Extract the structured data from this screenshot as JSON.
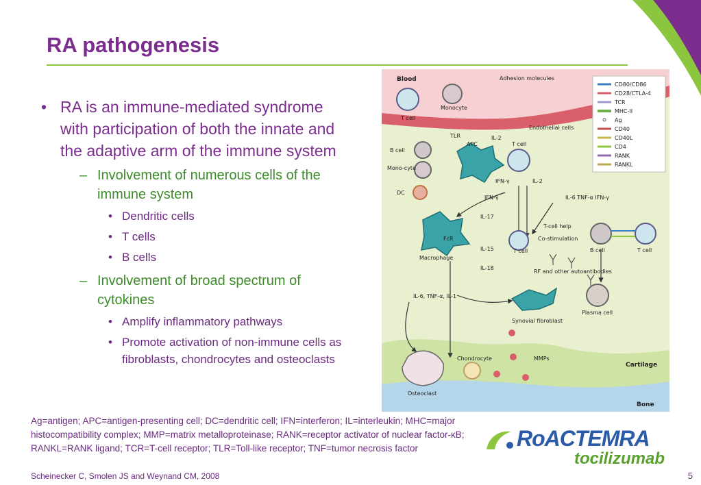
{
  "slide": {
    "title": "RA pathogenesis",
    "page_number": "5"
  },
  "content": {
    "bullet": "RA is an immune-mediated syndrome with participation of both the innate and the adaptive arm of the immune system",
    "sub1": {
      "text": "Involvement of numerous cells of the immune system",
      "items": [
        "Dendritic cells",
        "T cells",
        "B cells"
      ]
    },
    "sub2": {
      "text": "Involvement of broad spectrum of cytokines",
      "items": [
        "Amplify inflammatory pathways",
        "Promote activation of non-immune cells as fibroblasts, chondrocytes and osteoclasts"
      ]
    }
  },
  "footnote": {
    "abbreviations": "Ag=antigen; APC=antigen-presenting cell; DC=dendritic cell; IFN=interferon; IL=interleukin; MHC=major histocompatibility complex; MMP=matrix metalloproteinase; RANK=receptor activator of nuclear factor-κB; RANKL=RANK ligand; TCR=T-cell receptor; TLR=Toll-like receptor; TNF=tumor necrosis factor",
    "citation": "Scheinecker C, Smolen JS and Weynand CM,  2008"
  },
  "logo": {
    "brand": "RoACTEMRA",
    "generic": "tocilizumab"
  },
  "diagram": {
    "regions": {
      "blood": "Blood",
      "cartilage": "Cartilage",
      "bone": "Bone"
    },
    "labels": {
      "adhesion": "Adhesion molecules",
      "monocyte_blood": "Monocyte",
      "t_cell_blood": "T cell",
      "endothelial": "Endothelial cells",
      "tlr": "TLR",
      "apc": "APC",
      "il2_top": "IL-2",
      "t_cell_center": "T cell",
      "b_cell_left": "B cell",
      "monocyte_left": "Mono-cyte",
      "dc": "DC",
      "ifn_gamma_1": "IFN-γ",
      "il2_right": "IL-2",
      "ifn_gamma_2": "IFN-γ",
      "il17": "IL-17",
      "il6_group": "IL-6 TNF-α IFN-γ",
      "tcell_help": "T-cell help",
      "costim": "Co-stimulation",
      "fcr": "FcR",
      "macrophage": "Macrophage",
      "il15": "IL-15",
      "t_cell_lower": "T cell",
      "b_cell_right": "B cell",
      "t_cell_right": "T cell",
      "il18": "IL-18",
      "rf": "RF and other autoantibodies",
      "il6_tnf_il1": "IL-6, TNF-α, IL-1",
      "synovial": "Synovial fibroblast",
      "plasma": "Plasma cell",
      "chondrocyte": "Chondrocyte",
      "mmps": "MMPs",
      "osteoclast": "Osteoclast"
    },
    "legend": [
      "CD80/CD86",
      "CD28/CTLA-4",
      "TCR",
      "MHC-II",
      "Ag",
      "CD40",
      "CD40L",
      "CD4",
      "RANK",
      "RANKL"
    ]
  },
  "colors": {
    "title": "#7b2d8e",
    "accent_green": "#8cc63f",
    "bullet_green": "#3d8b2a",
    "blood": "#f6d0d3",
    "endothelium": "#d9606a",
    "synovium": "#e8f0cf",
    "cartilage": "#cfe3a4",
    "bone": "#b5d6ea",
    "logo_blue": "#2b5aa8",
    "logo_green": "#5aa02c"
  }
}
